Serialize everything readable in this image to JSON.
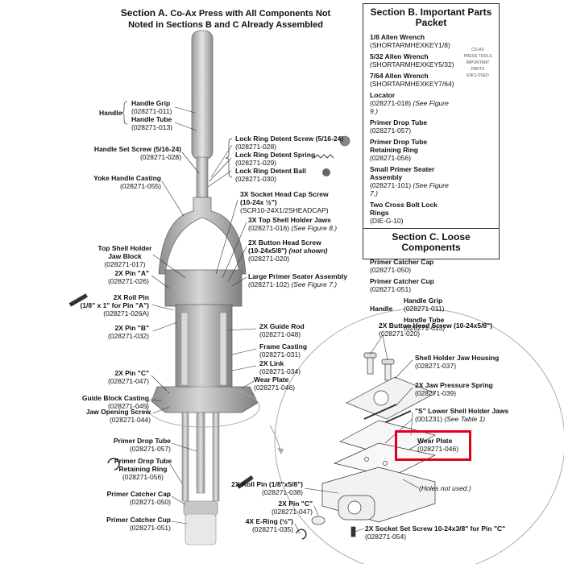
{
  "section_a": {
    "title_bold": "Section A.",
    "title_rest": "Co-Ax Press with All Components Not Noted in Sections B and C Already Assembled"
  },
  "section_b": {
    "title": "Section B. Important Parts Packet",
    "items": [
      {
        "name": "1/8 Allen Wrench",
        "part": "(SHORTARMHEXKEY1/8)"
      },
      {
        "name": "5/32 Allen Wrench",
        "part": "(SHORTARMHEXKEY5/32)"
      },
      {
        "name": "7/64 Allen Wrench",
        "part": "(SHORTARMHEXKEY7/64)"
      },
      {
        "name": "Locator",
        "part": "(028271-018)",
        "note": "(See Figure 9.)"
      },
      {
        "name": "Primer Drop Tube",
        "part": "(028271-057)"
      },
      {
        "name": "Primer Drop Tube Retaining Ring",
        "part": "(028271-056)"
      },
      {
        "name": "Small Primer Seater Assembly",
        "part": "(028271-101)",
        "note": "(See Figure 7.)"
      },
      {
        "name": "Two Cross Bolt Lock Rings",
        "part": "(DIE-G-10)"
      }
    ],
    "packet_text": [
      "CO-AX",
      "PRESS TOOLS",
      "IMPORTANT",
      "PARTS",
      "ENCLOSED"
    ]
  },
  "section_c": {
    "title": "Section C. Loose Components",
    "items": [
      {
        "name": "Primer Catcher Cap",
        "part": "(028271-050)"
      },
      {
        "name": "Primer Catcher Cup",
        "part": "(028271-051)"
      }
    ],
    "handle_label": "Handle",
    "handle_items": [
      {
        "name": "Handle Grip",
        "part": "(028271-011)"
      },
      {
        "name": "Handle Tube",
        "part": "(028271-013)"
      }
    ]
  },
  "labels_a": {
    "handle": "Handle",
    "handle_grip": {
      "name": "Handle Grip",
      "part": "(028271-011)"
    },
    "handle_tube": {
      "name": "Handle Tube",
      "part": "(028271-013)"
    },
    "handle_set_screw": {
      "name": "Handle Set Screw (5/16-24)",
      "part": "(028271-028)"
    },
    "yoke_handle": {
      "name": "Yoke Handle Casting",
      "part": "(028271-055)"
    },
    "lock_ring_screw": {
      "name": "Lock Ring Detent Screw (5/16-24)",
      "part": "(028271-028)"
    },
    "lock_ring_spring": {
      "name": "Lock Ring Detent Spring",
      "part": "(028271-029)"
    },
    "lock_ring_ball": {
      "name": "Lock Ring Detent Ball",
      "part": "(028271-030)"
    },
    "socket_cap": {
      "name": "3X Socket Head Cap Screw",
      "name2": "(10-24x ½\")",
      "part": "(SCR10-24X1/2SHEADCAP)"
    },
    "top_shell_jaws": {
      "name": "3X Top Shell Holder Jaws",
      "part": "(028271-016)",
      "note": "(See Figure 8.)"
    },
    "button_head_a": {
      "name": "2X Button Head Screw",
      "name2": "(10-24x5/8\")",
      "name2_note": "(not shown)",
      "part": "(028271-020)"
    },
    "large_primer": {
      "name": "Large Primer Seater Assembly",
      "part": "(028271-102)",
      "note": "(See Figure 7.)"
    },
    "top_shell_block": {
      "name": "Top Shell Holder",
      "name2": "Jaw Block",
      "part": "(028271-017)"
    },
    "pin_a": {
      "name": "2X Pin \"A\"",
      "part": "(028271-026)"
    },
    "roll_pin": {
      "name": "2X Roll Pin",
      "name2": "(1/8\" x 1\" for Pin \"A\")",
      "part": "(028271-026A)"
    },
    "pin_b": {
      "name": "2X Pin \"B\"",
      "part": "(028271-032)"
    },
    "guide_rod": {
      "name": "2X Guide Rod",
      "part": "(028271-048)"
    },
    "frame_casting": {
      "name": "Frame Casting",
      "part": "(028271-031)"
    },
    "link": {
      "name": "2X Link",
      "part": "(028271-034)"
    },
    "wear_plate_a": {
      "name": "Wear Plate",
      "part": "(028271-046)"
    },
    "pin_c": {
      "name": "2X Pin \"C\"",
      "part": "(028271-047)"
    },
    "guide_block": {
      "name": "Guide Block Casting",
      "part": "(028271-045)"
    },
    "jaw_opening": {
      "name": "Jaw Opening Screw",
      "part": "(028271-044)"
    },
    "primer_drop_tube": {
      "name": "Primer Drop Tube",
      "part": "(028271-057)"
    },
    "primer_drop_ring": {
      "name": "Primer Drop Tube",
      "name2": "Retaining Ring",
      "part": "(028271-056)"
    },
    "primer_cap": {
      "name": "Primer Catcher Cap",
      "part": "(028271-050)"
    },
    "primer_cup": {
      "name": "Primer Catcher Cup",
      "part": "(028271-051)"
    }
  },
  "labels_detail": {
    "button_head": {
      "name": "2X Button Head Screw (10-24x5/8\")",
      "part": "(028271-020)"
    },
    "jaw_housing": {
      "name": "Shell Holder Jaw Housing",
      "part": "(028271-037)"
    },
    "jaw_spring": {
      "name": "2X Jaw Pressure Spring",
      "part": "(028271-039)"
    },
    "lower_jaws": {
      "name": "\"S\" Lower Shell Holder Jaws",
      "part": "(001231)",
      "note": "(See Table 1)"
    },
    "wear_plate": {
      "name": "Wear Plate",
      "part": "(028271-046)"
    },
    "holes_note": "(Holes not used.)",
    "roll_pin": {
      "name": "2X Roll Pin (1/8\"x5/8\")",
      "part": "(028271-038)"
    },
    "pin_c": {
      "name": "2X Pin \"C\"",
      "part": "(028271-047)"
    },
    "e_ring": {
      "name": "4X E-Ring (½\")",
      "part": "(028271-035)"
    },
    "set_screw": {
      "name": "2X Socket Set Screw 10-24x3/8\" for Pin \"C\"",
      "part": "(028271-054)"
    }
  },
  "colors": {
    "highlight": "#e0001b",
    "metal": "#b8b8b8",
    "metal_dark": "#8a8a8a",
    "packet": "#e8c66a"
  }
}
